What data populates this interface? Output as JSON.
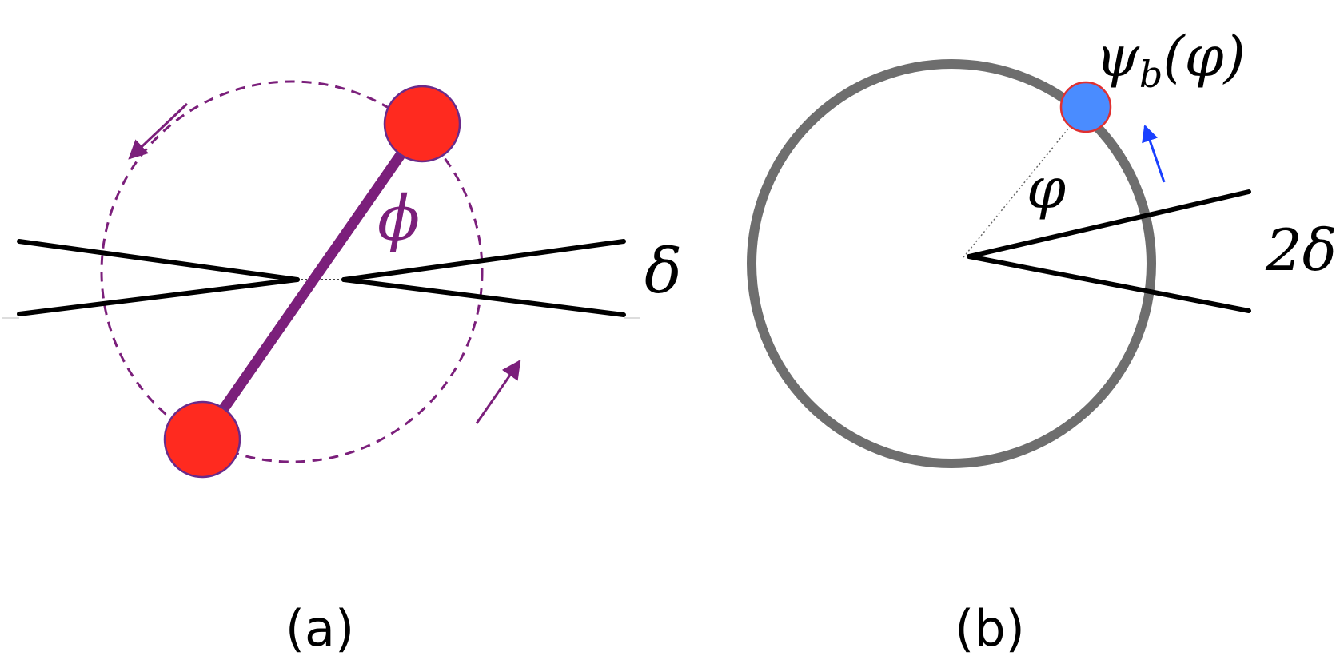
{
  "panel_a": {
    "angle_label": "ϕ",
    "opening_label": "δ",
    "caption": "(a)",
    "colors": {
      "rotor": "#7b1f7b",
      "ball": "#ff2a1f",
      "ball_outline": "#6a2a8a",
      "wedge": "#000000",
      "orbit": "#7b1f7b"
    }
  },
  "panel_b": {
    "wavefunction_symbol": "ψ",
    "wavefunction_subscript": "b",
    "wavefunction_argument": "(φ)",
    "angle_label": "φ",
    "opening_label": "2δ",
    "caption": "(b)",
    "colors": {
      "ring": "#6e6e6e",
      "particle": "#4a8cff",
      "particle_outline": "#e03030",
      "arrow": "#1a40ff",
      "wedge": "#000000"
    }
  }
}
